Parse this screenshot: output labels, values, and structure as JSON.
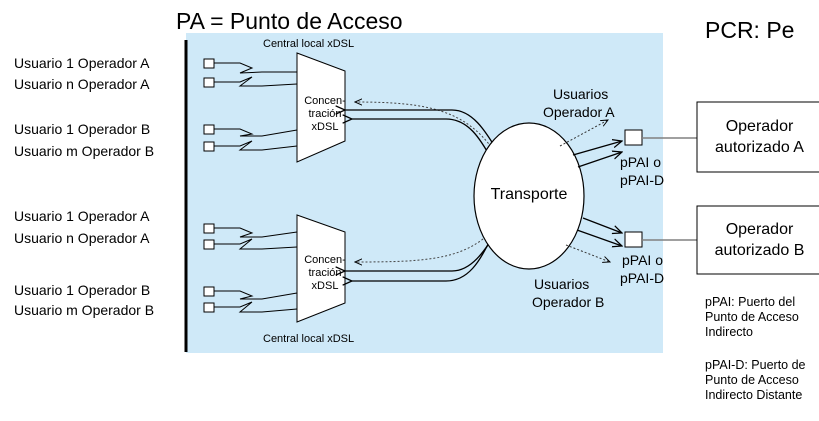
{
  "header": {
    "title_left": "PA = Punto de Acceso",
    "title_right": "PCR: Pe"
  },
  "central": {
    "top_label": "Central local xDSL",
    "bottom_label": "Central local xDSL",
    "concentrator_line1": "Concen-",
    "concentrator_line2": "tración",
    "concentrator_line3": "xDSL"
  },
  "users_top": [
    {
      "label": "Usuario 1  Operador A"
    },
    {
      "label": "Usuario n  Operador A"
    },
    {
      "label": "Usuario 1  Operador B"
    },
    {
      "label": "Usuario m  Operador B"
    }
  ],
  "users_bottom": [
    {
      "label": "Usuario 1  Operador A"
    },
    {
      "label": "Usuario n  Operador A"
    },
    {
      "label": "Usuario 1  Operador B"
    },
    {
      "label": "Usuario m  Operador B"
    }
  ],
  "transport": {
    "label": "Transporte",
    "users_a_line1": "Usuarios",
    "users_a_line2": "Operador A",
    "users_b_line1": "Usuarios",
    "users_b_line2": "Operador B"
  },
  "ports": {
    "top_line1": "pPAI o",
    "top_line2": "pPAI-D",
    "bottom_line1": "pPAI o",
    "bottom_line2": "pPAI-D"
  },
  "operators": {
    "a_line1": "Operador",
    "a_line2": "autorizado A",
    "b_line1": "Operador",
    "b_line2": "autorizado B"
  },
  "notes": {
    "ppai_line1": "pPAI: Puerto del",
    "ppai_line2": "Punto de Acceso",
    "ppai_line3": "Indirecto",
    "ppaid_line1": "pPAI-D: Puerto de",
    "ppaid_line2": "Punto de Acceso",
    "ppaid_line3": "Indirecto Distante"
  },
  "colors": {
    "panel": "#cfe9f8",
    "line": "#000000",
    "gray_line": "#808080"
  }
}
